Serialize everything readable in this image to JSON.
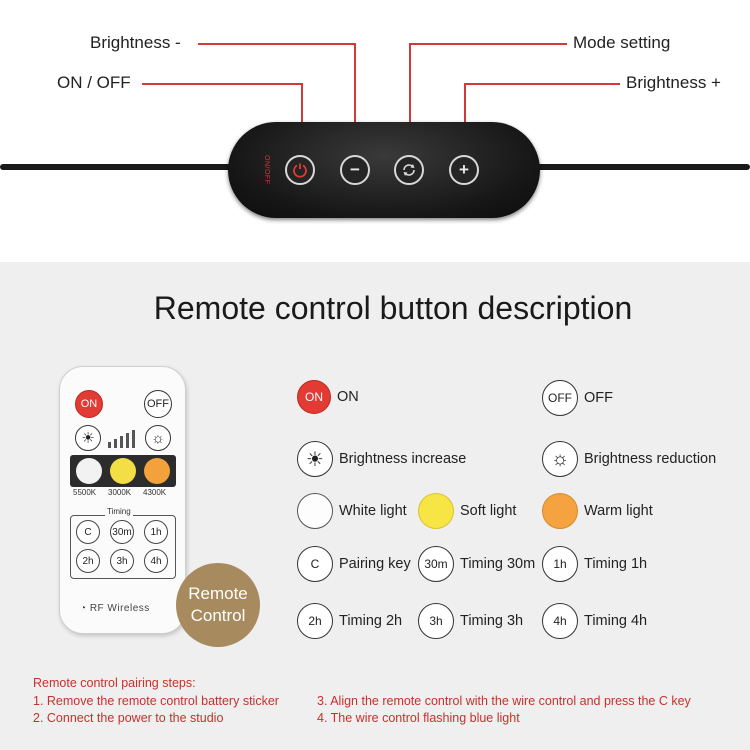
{
  "callouts": {
    "brightness_minus": "Brightness -",
    "on_off": "ON / OFF",
    "mode_setting": "Mode setting",
    "brightness_plus": "Brightness +"
  },
  "switch": {
    "onoff_text": "ON/OFF",
    "minus_symbol": "−",
    "plus_symbol": "+"
  },
  "title": "Remote control button description",
  "remote": {
    "on": "ON",
    "off": "OFF",
    "temps": [
      "5500K",
      "3000K",
      "4300K"
    ],
    "timing_label": "Timing",
    "keys": [
      "C",
      "30m",
      "1h",
      "2h",
      "3h",
      "4h"
    ],
    "rf": "RF Wireless",
    "colors": {
      "white": "#f2f2f2",
      "soft": "#f3df45",
      "warm": "#f2a13b"
    }
  },
  "badge": {
    "line1": "Remote",
    "line2": "Control"
  },
  "legend": {
    "on_icon": "ON",
    "on": "ON",
    "off_icon": "OFF",
    "off": "OFF",
    "brightness_increase": "Brightness increase",
    "brightness_reduction": "Brightness reduction",
    "white_light": "White light",
    "soft_light": "Soft light",
    "warm_light": "Warm light",
    "c_icon": "C",
    "pairing_key": "Pairing key",
    "t30_icon": "30m",
    "timing_30m": "Timing 30m",
    "t1_icon": "1h",
    "timing_1h": "Timing 1h",
    "t2_icon": "2h",
    "timing_2h": "Timing 2h",
    "t3_icon": "3h",
    "timing_3h": "Timing 3h",
    "t4_icon": "4h",
    "timing_4h": "Timing 4h"
  },
  "pairing": {
    "heading": "Remote control pairing steps:",
    "step1": "1. Remove the remote control battery sticker",
    "step2": "2. Connect the power to the studio",
    "step3": "3. Align the remote control with the wire control and press the C key",
    "step4": "4. The wire control flashing blue light"
  },
  "accent_color": "#d23a3a"
}
